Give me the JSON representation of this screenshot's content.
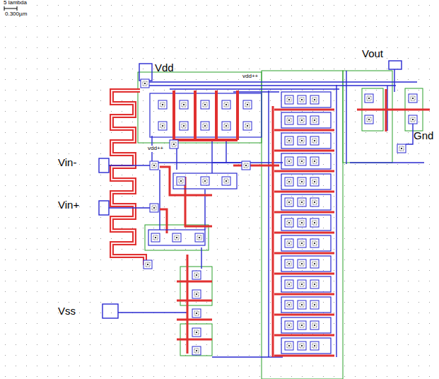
{
  "diagram": {
    "labels": [
      "5 lambda",
      "0.300µm",
      "Vdd",
      "Vout",
      "Gnd",
      "Vin-",
      "Vin+",
      "Vss",
      "vdd++",
      "vdd++"
    ]
  }
}
